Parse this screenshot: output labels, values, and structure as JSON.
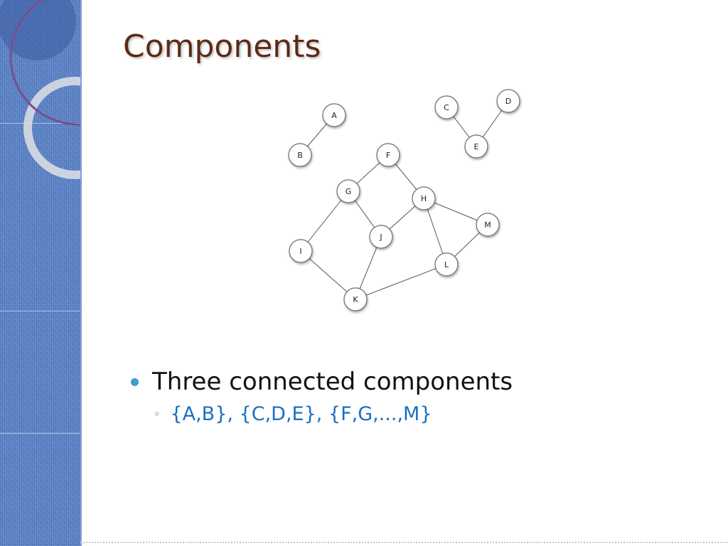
{
  "slide": {
    "title": "Components"
  },
  "graph": {
    "nodes": [
      {
        "id": "A",
        "label": "A"
      },
      {
        "id": "B",
        "label": "B"
      },
      {
        "id": "C",
        "label": "C"
      },
      {
        "id": "D",
        "label": "D"
      },
      {
        "id": "E",
        "label": "E"
      },
      {
        "id": "F",
        "label": "F"
      },
      {
        "id": "G",
        "label": "G"
      },
      {
        "id": "H",
        "label": "H"
      },
      {
        "id": "I",
        "label": "I"
      },
      {
        "id": "J",
        "label": "J"
      },
      {
        "id": "K",
        "label": "K"
      },
      {
        "id": "L",
        "label": "L"
      },
      {
        "id": "M",
        "label": "M"
      }
    ],
    "edges": [
      [
        "A",
        "B"
      ],
      [
        "C",
        "E"
      ],
      [
        "D",
        "E"
      ],
      [
        "F",
        "G"
      ],
      [
        "F",
        "H"
      ],
      [
        "G",
        "I"
      ],
      [
        "G",
        "J"
      ],
      [
        "H",
        "J"
      ],
      [
        "H",
        "L"
      ],
      [
        "H",
        "M"
      ],
      [
        "I",
        "K"
      ],
      [
        "J",
        "K"
      ],
      [
        "K",
        "L"
      ],
      [
        "L",
        "M"
      ]
    ]
  },
  "bullets": {
    "main": "Three connected components",
    "sub": "{A,B}, {C,D,E}, {F,G,...,M}",
    "sub_marker": "◦"
  },
  "colors": {
    "title": "#5c2a14",
    "bullet": "#3c9ec9",
    "sub_text": "#1a6fc4",
    "band": "#5a82c6"
  }
}
